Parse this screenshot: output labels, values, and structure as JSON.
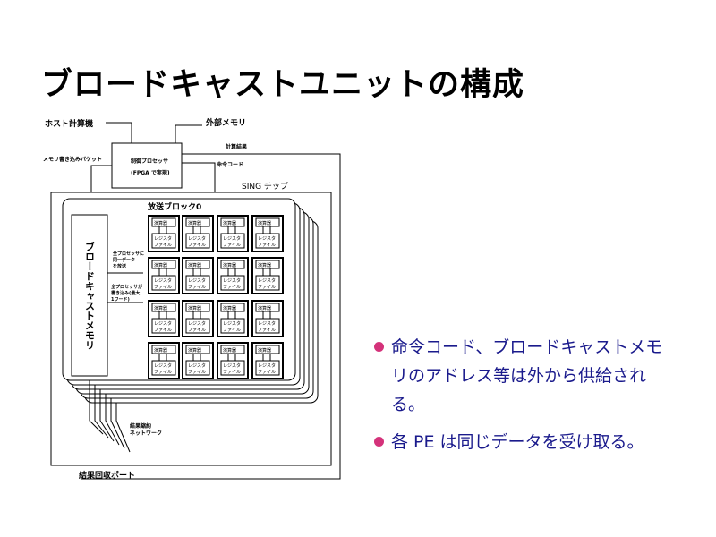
{
  "title": "ブロードキャストユニットの構成",
  "diagram": {
    "host": "ホスト計算機",
    "ext_mem": "外部メモリ",
    "controller": "制御プロセッサ",
    "controller_sub": "(FPGA で実現)",
    "result": "計算結果",
    "mem_write": "メモリ書き込みパケット",
    "opcode": "命令コード",
    "chip": "SING チップ",
    "block": "放送ブロック0",
    "bmem": "ブロードキャストメモリ",
    "alu": "演算器",
    "reg1": "レジスタ",
    "reg2": "ファイル",
    "bcast1": "全プロセッサに",
    "bcast2": "同一データ",
    "bcast3": "を放送",
    "wr1": "全プロセッサが",
    "wr2": "書き込み(最大",
    "wr3": "1ワード)",
    "net1": "結果縮約",
    "net2": "ネットワーク",
    "port": "結果回収ポート"
  },
  "bullets": [
    "命令コード、ブロードキャストメモリのアドレス等は外から供給される。",
    "各 PE は同じデータを受け取る。"
  ]
}
